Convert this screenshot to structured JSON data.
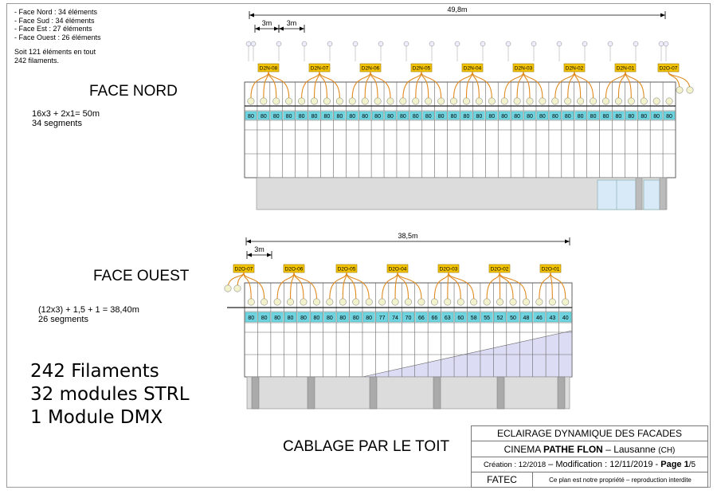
{
  "legend": {
    "lines": [
      "- Face Nord : 34 éléments",
      "- Face Sud : 34 éléments",
      "- Face Est : 27 éléments",
      "- Face Ouest : 26 éléments"
    ],
    "total1": "Soit 121 éléments en tout",
    "total2": "242 filaments."
  },
  "nord": {
    "title": "FACE NORD",
    "formula1": "16x3  + 2x1= 50m",
    "formula2": "34 segments",
    "dim_total": "49,8m",
    "dim_seg1": "3m",
    "dim_seg2": "3m",
    "modules": [
      "D2N-08",
      "D2N-07",
      "D2N-06",
      "D2N-05",
      "D2N-04",
      "D2N-03",
      "D2N-02",
      "D2N-01",
      "D2O-07"
    ],
    "cell_values": [
      "80",
      "80",
      "80",
      "80",
      "80",
      "80",
      "80",
      "80",
      "80",
      "80",
      "80",
      "80",
      "80",
      "80",
      "80",
      "80",
      "80",
      "80",
      "80",
      "80",
      "80",
      "80",
      "80",
      "80",
      "80",
      "80",
      "80",
      "80",
      "80",
      "80",
      "80",
      "80",
      "80",
      "80"
    ]
  },
  "ouest": {
    "title": "FACE OUEST",
    "formula1": "(12x3) + 1,5 + 1 = 38,40m",
    "formula2": "26 segments",
    "dim_total": "38,5m",
    "dim_seg": "3m",
    "modules": [
      "D2O-07",
      "D2O-06",
      "D2O-05",
      "D2O-04",
      "D2O-03",
      "D2O-02",
      "D2O-01"
    ],
    "cell_values": [
      "80",
      "80",
      "80",
      "80",
      "80",
      "80",
      "80",
      "80",
      "80",
      "80",
      "77",
      "74",
      "70",
      "66",
      "66",
      "63",
      "60",
      "58",
      "55",
      "52",
      "50",
      "48",
      "46",
      "43",
      "40"
    ]
  },
  "summary": {
    "line1": "242 Filaments",
    "line2": "32 modules STRL",
    "line3": "1 Module DMX"
  },
  "cablage": "CABLAGE PAR LE TOIT",
  "titleblock": {
    "project": "ECLAIRAGE DYNAMIQUE DES FACADES",
    "cinema_prefix": "CINEMA ",
    "cinema_name": "PATHE FLON",
    "cinema_suffix": " – Lausanne ",
    "cinema_country": "(CH)",
    "creation_label": "Création : ",
    "creation_date": "12/2018",
    "modif_label": " – Modification : ",
    "modif_date": "12/11/2019",
    "page_sep": " - ",
    "page_label": "Page 1",
    "page_total": "/5",
    "company": "FATEC",
    "rights": "Ce plan est notre propriété – reproduction interdite"
  },
  "colors": {
    "module_fill": "#f5c400",
    "module_stroke": "#9a7a00",
    "cable": "#e08a1e",
    "cell_cyan": "#6fd3e0",
    "node_fill": "#f2f2cc",
    "glass": "#d8e9f7",
    "glass_ouest": "#dcdcf5"
  }
}
